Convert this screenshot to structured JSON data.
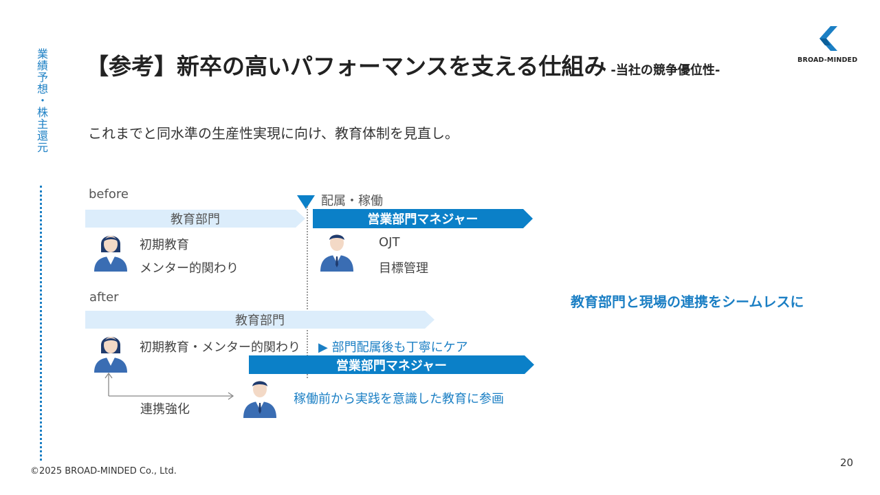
{
  "side": {
    "section_title": "業績予想・株主還元"
  },
  "header": {
    "title": "【参考】新卒の高いパフォーマンスを支える仕組み",
    "subtitle": "-当社の競争優位性-",
    "logo_text": "BROAD-MINDED"
  },
  "lead": "これまでと同水準の生産性実現に向け、教育体制を見直し。",
  "diagram": {
    "before_label": "before",
    "marker_label": "配属・稼働",
    "before_bar_edu": "教育部門",
    "before_bar_sales": "営業部門マネジャー",
    "before_left_items": [
      "初期教育",
      "メンター的関わり"
    ],
    "before_right_items": [
      "OJT",
      "目標管理"
    ],
    "after_label": "after",
    "after_bar_edu": "教育部門",
    "after_left_item": "初期教育・メンター的関わり",
    "after_arrow_text": "▶ 部門配属後も丁寧にケア",
    "after_bar_sales": "営業部門マネジャー",
    "after_link_label": "連携強化",
    "after_right_text": "稼働前から実践を意識した教育に参画"
  },
  "emphasis": "教育部門と現場の連携をシームレスに",
  "footer": {
    "copyright": "©2025 BROAD-MINDED Co., Ltd.",
    "page": "20"
  },
  "colors": {
    "accent": "#1b7fc4",
    "bar_dark": "#0b80c8",
    "bar_light": "#dcedfb",
    "person_navy": "#1f3b6e"
  }
}
